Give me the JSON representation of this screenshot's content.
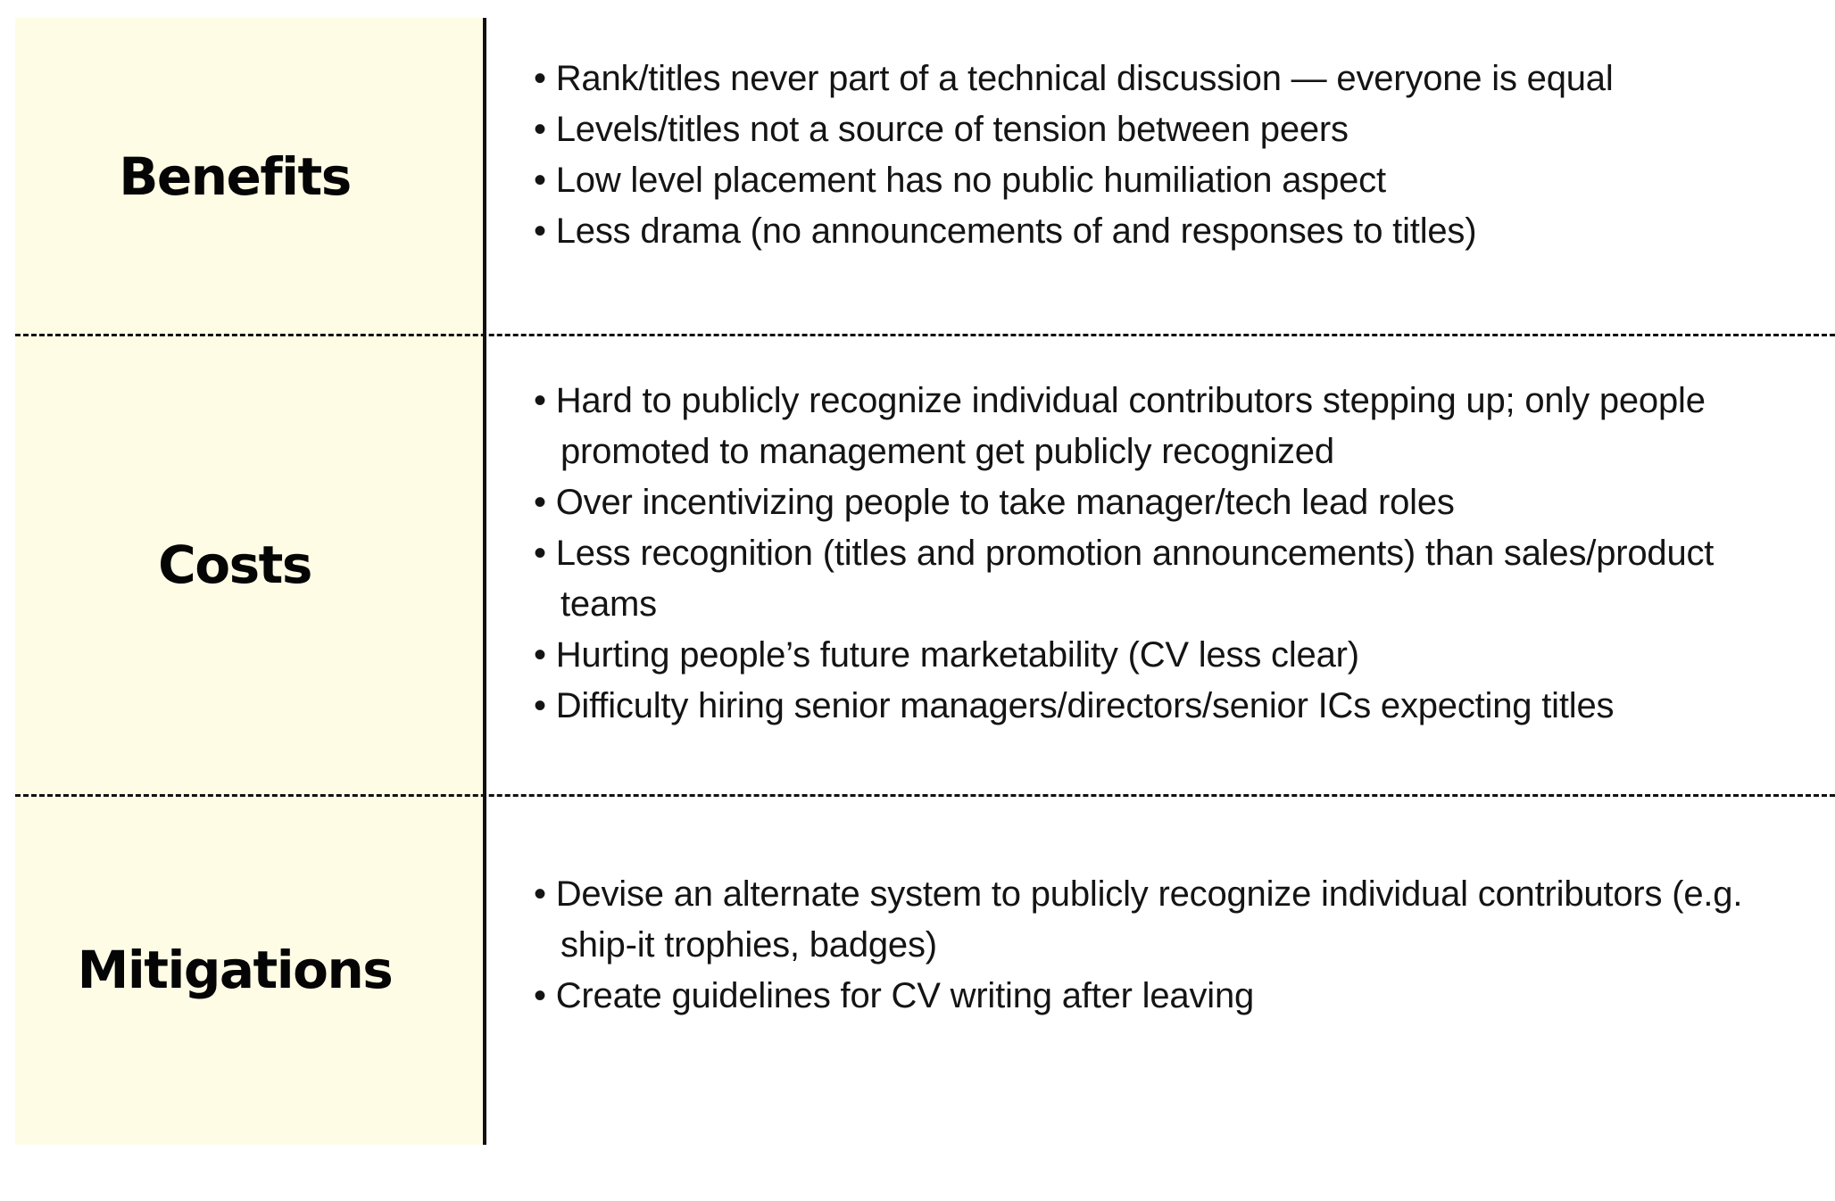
{
  "colors": {
    "panel_background": "#FFFCE6",
    "page_background": "#FFFFFF",
    "rule": "#111111",
    "label_text": "#050505",
    "body_text": "#141414"
  },
  "bullet_glyph": "•",
  "rows": [
    {
      "label": "Benefits",
      "bullets": [
        "Rank/titles never part of a technical discussion — everyone is equal",
        "Levels/titles not a source of tension between peers",
        "Low level placement has no public humiliation aspect",
        "Less drama (no announcements of and responses to titles)"
      ]
    },
    {
      "label": "Costs",
      "bullets": [
        "Hard to publicly recognize individual contributors stepping up; only people promoted to management get publicly recognized",
        "Over incentivizing people to take manager/tech lead roles",
        "Less recognition (titles and promotion announcements) than sales/product teams",
        "Hurting people’s future marketability (CV less clear)",
        "Difficulty hiring senior managers/directors/senior ICs expecting titles"
      ]
    },
    {
      "label": "Mitigations",
      "bullets": [
        "Devise an alternate system to publicly recognize individual contributors (e.g. ship-it trophies, badges)",
        "Create guidelines for CV writing after leaving"
      ]
    }
  ]
}
